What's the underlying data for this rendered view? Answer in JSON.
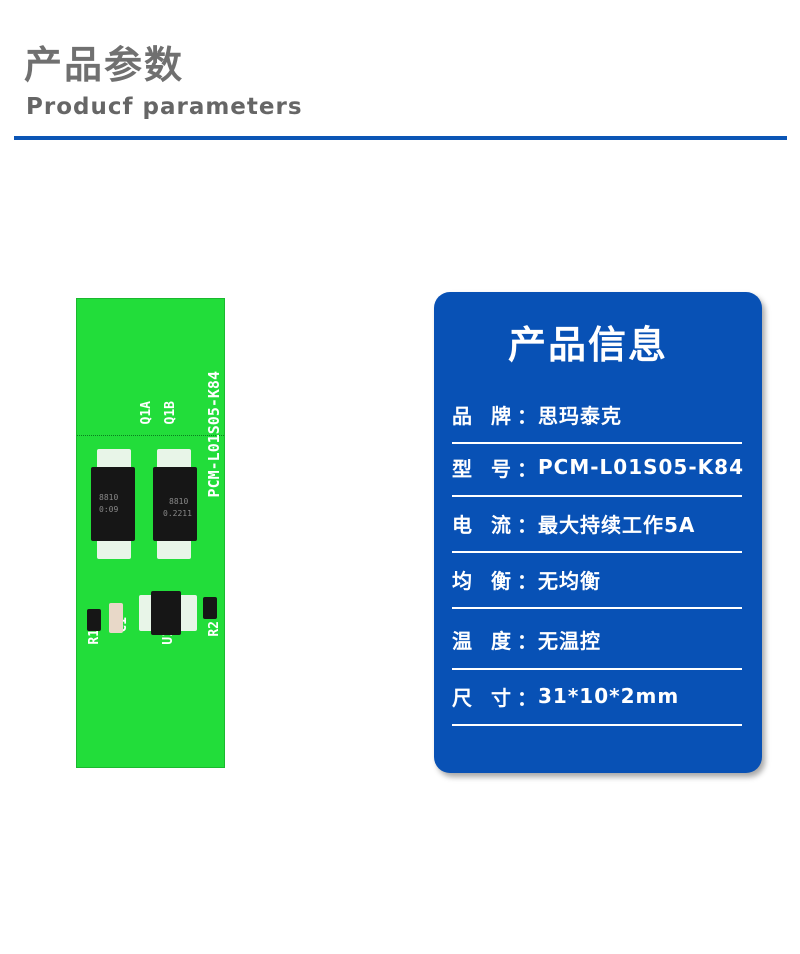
{
  "header": {
    "title_cn": "产品参数",
    "title_en": "Producf parameters",
    "accent": "#0b55b5"
  },
  "pcb": {
    "model_silk": "PCM-L01S05-K84",
    "labels": [
      "Q1B",
      "Q1A",
      "C1",
      "R1",
      "U1",
      "R2"
    ],
    "chip1": [
      "8810",
      "0:09"
    ],
    "chip2": [
      "8810",
      "0.2211"
    ],
    "color": "#22dd3a"
  },
  "card": {
    "title": "产品信息",
    "bg": "#0851b5",
    "rows": [
      {
        "key": "品 牌：",
        "value": "思玛泰克"
      },
      {
        "key": "型 号：",
        "value": "PCM-L01S05-K84"
      },
      {
        "key": "电 流：",
        "value": "最大持续工作5A"
      },
      {
        "key": "均 衡：",
        "value": "无均衡"
      },
      {
        "key": "温 度：",
        "value": "无温控"
      },
      {
        "key": "尺 寸：",
        "value": "31*10*2mm"
      }
    ]
  }
}
